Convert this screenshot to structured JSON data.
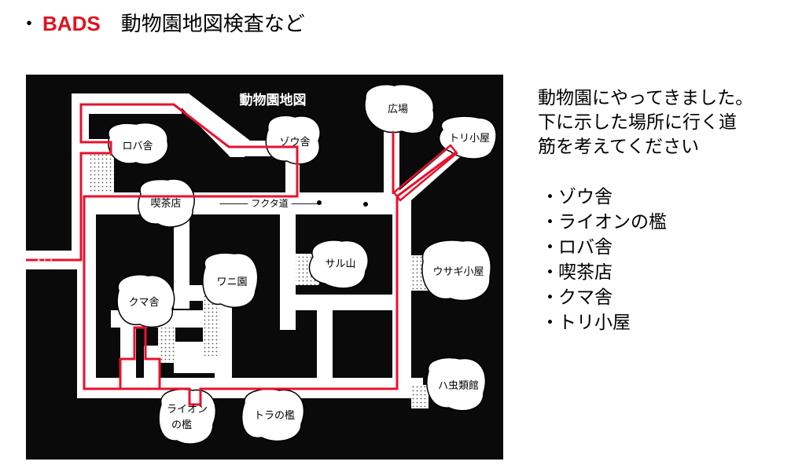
{
  "header": {
    "bullet": "・",
    "tag": "BADS",
    "title": "動物園地図検査など"
  },
  "map": {
    "title": "動物園地図",
    "road_label": "――― フクタ道 ―――",
    "entrance": "入口",
    "route_color": "#e8112d",
    "locations": {
      "roba": "ロバ舎",
      "zou": "ゾウ舎",
      "hiroba": "広場",
      "tori": "トリ小屋",
      "kissa": "喫茶店",
      "saru": "サル山",
      "usagi": "ウサギ小屋",
      "wani": "ワニ園",
      "kuma": "クマ舎",
      "lion_1": "ライオン",
      "lion_2": "の檻",
      "tora": "トラの檻",
      "hachu": "ハ虫類館"
    }
  },
  "instructions": {
    "lines": [
      "動物園にやってきました。",
      "下に示した場所に行く道",
      "筋を考えてください"
    ],
    "bullet": "・",
    "targets": [
      "ゾウ舎",
      "ライオンの檻",
      "ロバ舎",
      "喫茶店",
      "クマ舎",
      "トリ小屋"
    ]
  }
}
